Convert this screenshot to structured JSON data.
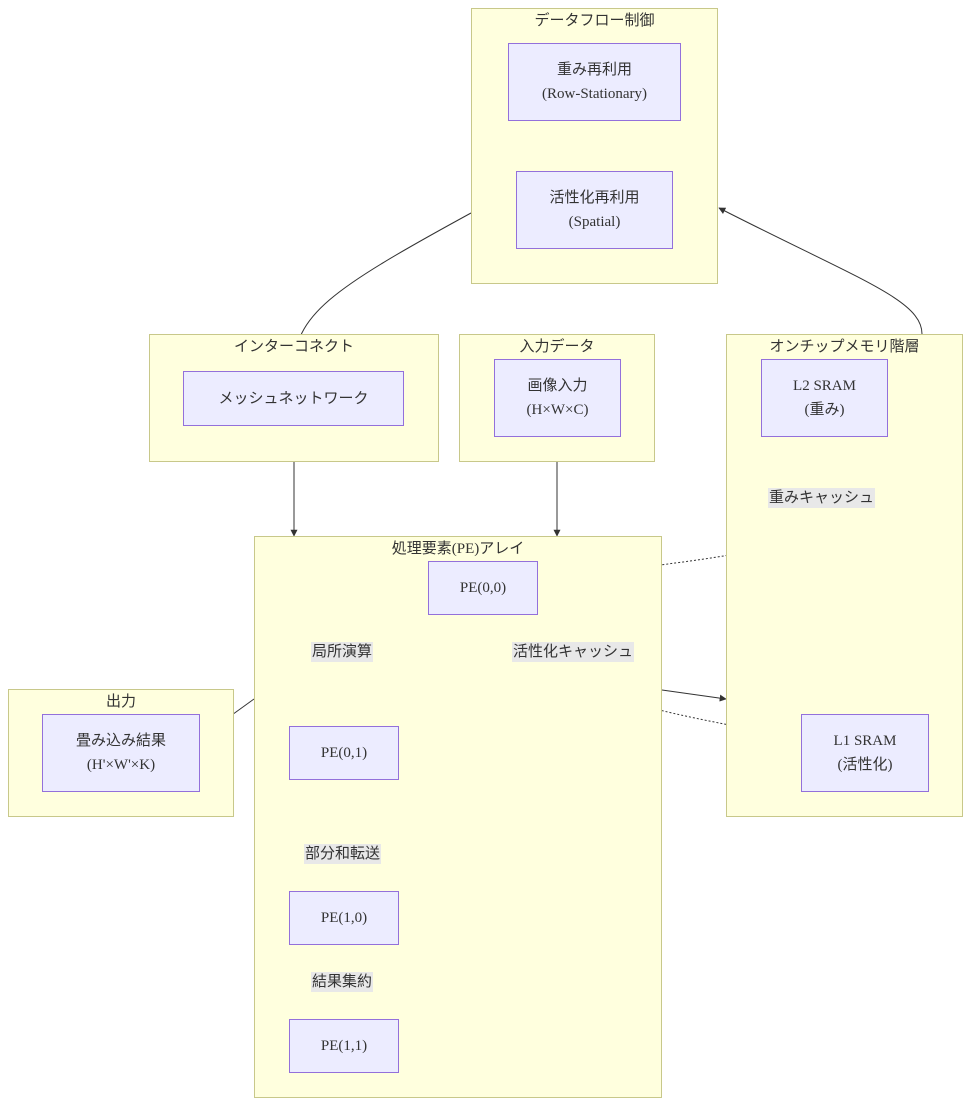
{
  "clusters": {
    "dataflow": "データフロー制御",
    "interconnect": "インターコネクト",
    "input": "入力データ",
    "memory": "オンチップメモリ階層",
    "pe_array": "処理要素(PE)アレイ",
    "output": "出力"
  },
  "nodes": {
    "weight_reuse": [
      "重み再利用",
      "(Row-Stationary)"
    ],
    "act_reuse": [
      "活性化再利用",
      "(Spatial)"
    ],
    "mesh": [
      "メッシュネットワーク"
    ],
    "image_input": [
      "画像入力",
      "(H×W×C)"
    ],
    "l2": [
      "L2 SRAM",
      "(重み)"
    ],
    "pe00": [
      "PE(0,0)"
    ],
    "pe01": [
      "PE(0,1)"
    ],
    "pe10": [
      "PE(1,0)"
    ],
    "pe11": [
      "PE(1,1)"
    ],
    "l1": [
      "L1 SRAM",
      "(活性化)"
    ],
    "conv_result": [
      "畳み込み結果",
      "(H'×W'×K)"
    ]
  },
  "edge_labels": {
    "weight_cache": "重みキャッシュ",
    "local_compute": "局所演算",
    "act_cache": "活性化キャッシュ",
    "partial_sum": "部分和転送",
    "result_agg": "結果集約"
  },
  "colors": {
    "cluster_fill": "#ffffde",
    "cluster_border": "#c8c88a",
    "node_fill": "#ececff",
    "node_border": "#9370db",
    "edge": "#333333",
    "label_bg": "#e8e8e8"
  }
}
